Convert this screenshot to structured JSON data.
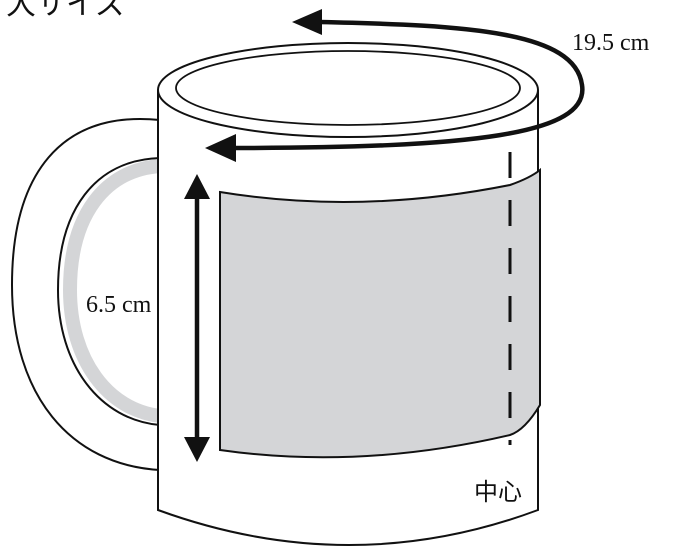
{
  "diagram": {
    "title_partial": "大サイズ",
    "circumference_label": "19.5 cm",
    "height_label": "6.5 cm",
    "center_label": "中心"
  },
  "colors": {
    "outline": "#111111",
    "print_area": "#d4d5d7",
    "handle_inner": "#d4d5d7",
    "background": "#ffffff"
  }
}
